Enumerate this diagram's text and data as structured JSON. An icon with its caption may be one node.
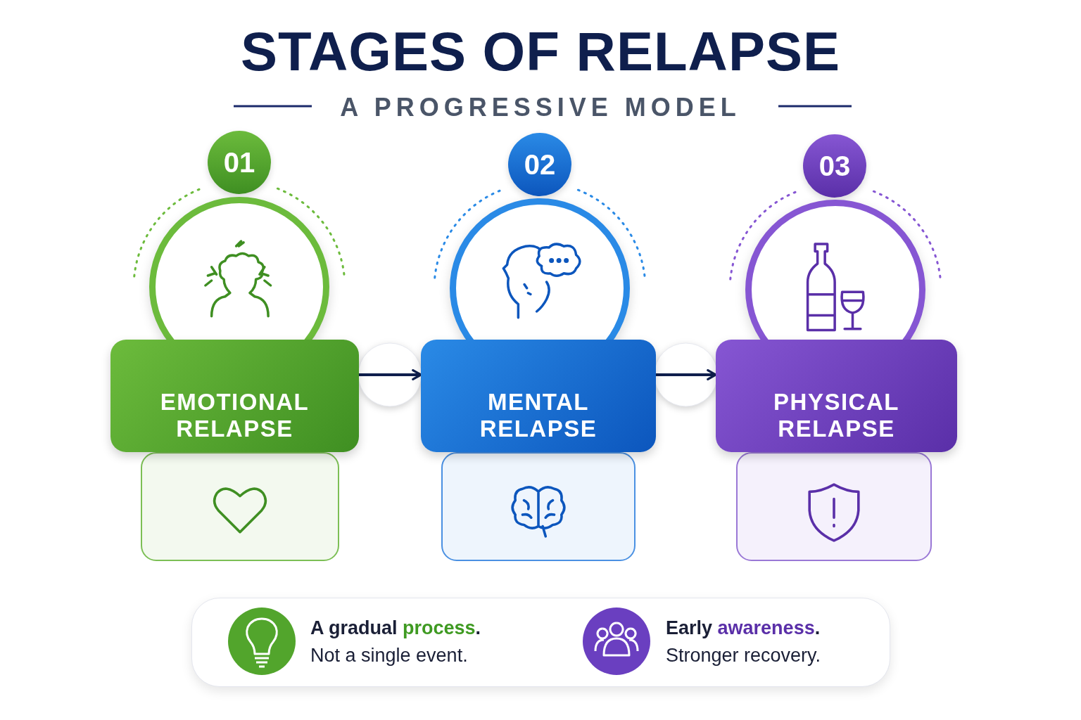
{
  "diagram": {
    "title": "STAGES OF RELAPSE",
    "caption": "A PROGRESSIVE MODEL",
    "nodes": [
      {
        "text": [
          "01"
        ]
      },
      {
        "text": [
          "EMOTIONAL RELAPSE"
        ]
      },
      {
        "text": [],
        "shape": "box"
      },
      {
        "text": [
          "02"
        ]
      },
      {
        "text": [
          "MENTAL RELAPSE"
        ]
      },
      {
        "text": [],
        "shape": "box"
      },
      {
        "text": [
          "03"
        ]
      },
      {
        "text": [
          "PHYSICAL RELAPSE"
        ]
      },
      {
        "text": [],
        "shape": "box"
      }
    ],
    "edges": [
      {
        "from": 1,
        "to": 4,
        "arrow": "to"
      },
      {
        "from": 4,
        "to": 7,
        "arrow": "to"
      }
    ],
    "labels": [
      "A gradual **process**.",
      "Not a single event.",
      "Early **awareness**.",
      "Stronger recovery."
    ]
  }
}
